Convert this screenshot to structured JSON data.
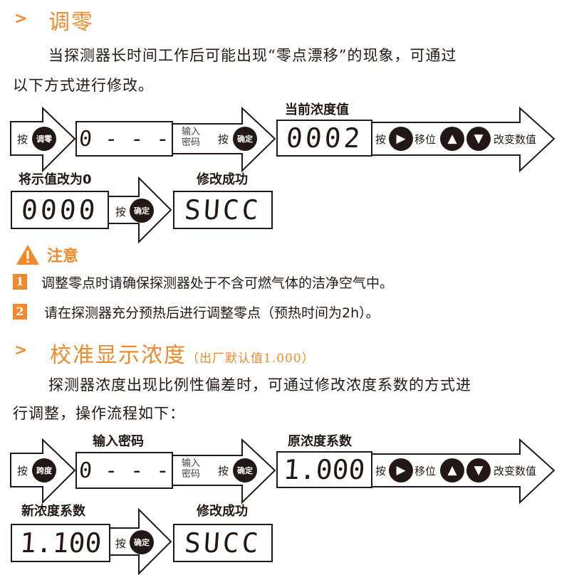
{
  "zero": {
    "marker": ">",
    "title": "调零",
    "para_line1": "当探测器长时间工作后可能出现“零点漂移”的现象，可通过",
    "para_line2": "以下方式进行修改。",
    "flow": {
      "press": "按",
      "zero_button": "调零",
      "display_password": "0 - - -",
      "input_password": [
        "输入",
        "密码"
      ],
      "confirm_button": "确定",
      "current_label": "当前浓度值",
      "display_current": "0002",
      "shift": "移位",
      "change_value": "改变数值",
      "set_zero_label": "将示值改为0",
      "display_zero": "0000",
      "success_label": "修改成功",
      "display_success": "SUCC"
    }
  },
  "notice": {
    "title": "注意",
    "items": [
      {
        "num": "1",
        "text": "调整零点时请确保探测器处于不含可燃气体的洁净空气中。"
      },
      {
        "num": "2",
        "text": "请在探测器充分预热后进行调整零点（预热时间为2h）。"
      }
    ]
  },
  "calibrate": {
    "marker": ">",
    "title": "校准显示浓度",
    "subtitle": "（出厂默认值1.000）",
    "para_line1": "探测器浓度出现比例性偏差时，可通过修改浓度系数的方式进",
    "para_line2": "行调整，操作流程如下：",
    "flow": {
      "press": "按",
      "span_button": "跨度",
      "password_label": "输入密码",
      "display_password": "0 - - -",
      "input_password": [
        "输入",
        "密码"
      ],
      "confirm_button": "确定",
      "orig_label": "原浓度系数",
      "display_orig": "1.000",
      "shift": "移位",
      "change_value": "改变数值",
      "new_label": "新浓度系数",
      "display_new": "1.100",
      "success_label": "修改成功",
      "display_success": "SUCC"
    }
  }
}
